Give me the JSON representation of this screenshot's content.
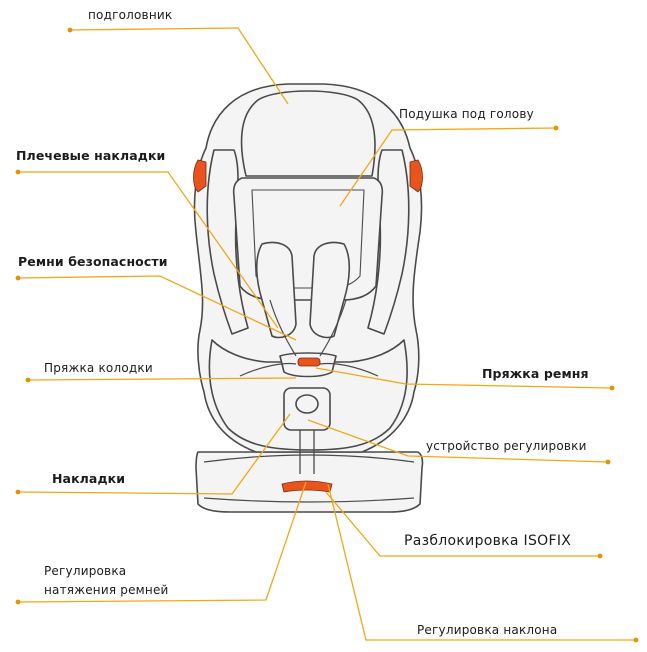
{
  "labels": {
    "headrest": "подголовник",
    "head_pillow": "Подушка под голову",
    "shoulder_pads": "Плечевые накладки",
    "safety_belts": "Ремни безопасности",
    "pad_buckle": "Пряжка колодки",
    "belt_buckle": "Пряжка ремня",
    "adjuster": "устройство регулировки",
    "pads": "Накладки",
    "isofix_release": "Разблокировка ISOFIX",
    "belt_tension_line1": "Регулировка",
    "belt_tension_line2": "натяжения ремней",
    "recline": "Регулировка наклона"
  },
  "colors": {
    "leader": "#f0a818",
    "dot": "#e89200",
    "outline": "#4a4a4a",
    "seat_fill": "#f4f4f4",
    "accent": "#e8541e"
  }
}
